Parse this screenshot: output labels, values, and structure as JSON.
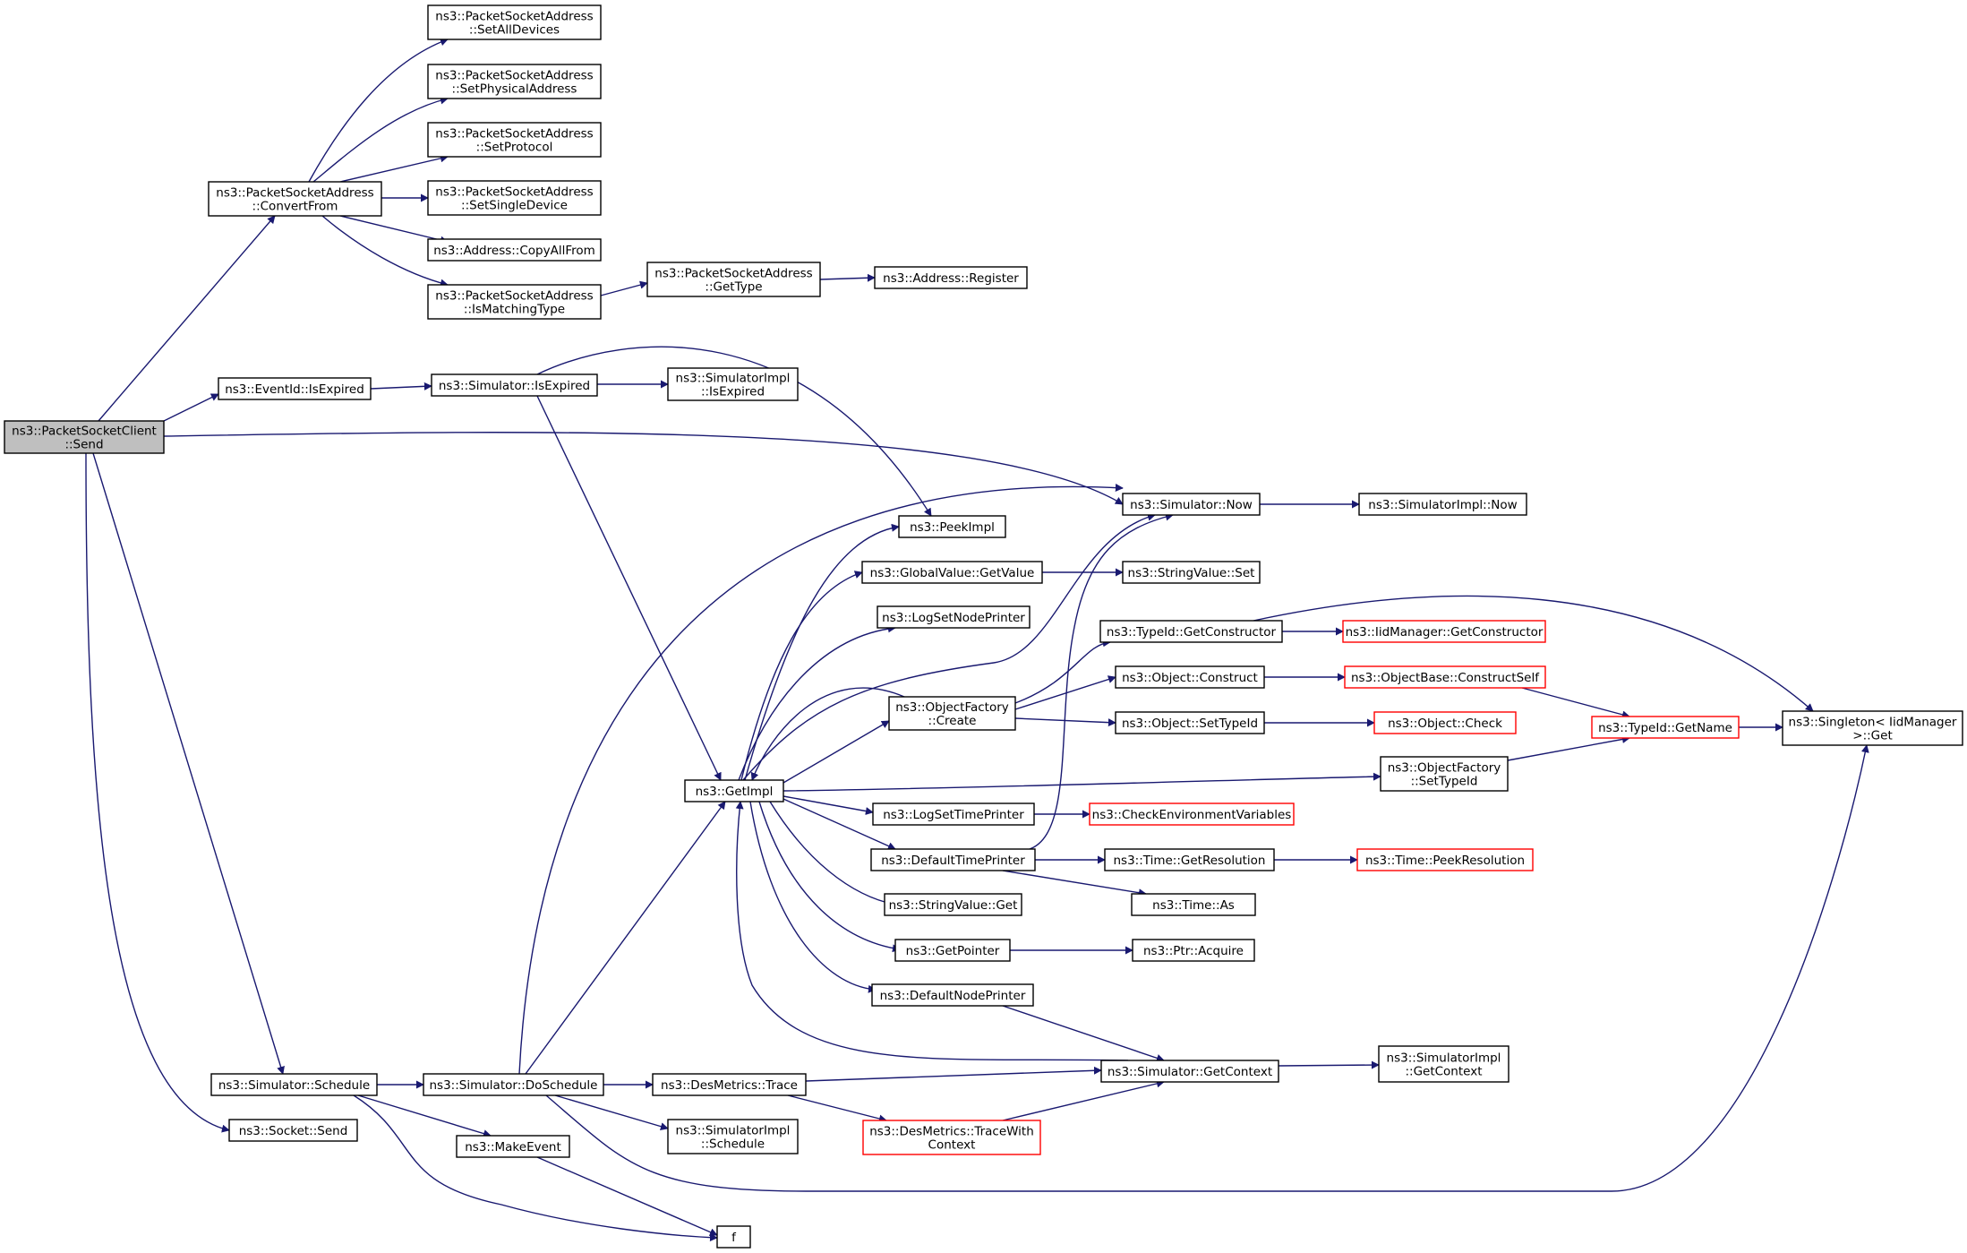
{
  "colors": {
    "edge": "#191970",
    "root_fill": "#bfbfbf",
    "truncated_border": "#ff0000",
    "node_border": "#000000"
  },
  "nodes": [
    {
      "id": "send",
      "lines": [
        "ns3::PacketSocketClient",
        "::Send"
      ],
      "root": true
    },
    {
      "id": "convert",
      "lines": [
        "ns3::PacketSocketAddress",
        "::ConvertFrom"
      ]
    },
    {
      "id": "setall",
      "lines": [
        "ns3::PacketSocketAddress",
        "::SetAllDevices"
      ]
    },
    {
      "id": "setphys",
      "lines": [
        "ns3::PacketSocketAddress",
        "::SetPhysicalAddress"
      ]
    },
    {
      "id": "setproto",
      "lines": [
        "ns3::PacketSocketAddress",
        "::SetProtocol"
      ]
    },
    {
      "id": "setsingle",
      "lines": [
        "ns3::PacketSocketAddress",
        "::SetSingleDevice"
      ]
    },
    {
      "id": "copyall",
      "lines": [
        "ns3::Address::CopyAllFrom"
      ]
    },
    {
      "id": "ismatch",
      "lines": [
        "ns3::PacketSocketAddress",
        "::IsMatchingType"
      ]
    },
    {
      "id": "gettype",
      "lines": [
        "ns3::PacketSocketAddress",
        "::GetType"
      ]
    },
    {
      "id": "register",
      "lines": [
        "ns3::Address::Register"
      ]
    },
    {
      "id": "eventexp",
      "lines": [
        "ns3::EventId::IsExpired"
      ]
    },
    {
      "id": "simexp",
      "lines": [
        "ns3::Simulator::IsExpired"
      ]
    },
    {
      "id": "simimplexp",
      "lines": [
        "ns3::SimulatorImpl",
        "::IsExpired"
      ]
    },
    {
      "id": "now",
      "lines": [
        "ns3::Simulator::Now"
      ]
    },
    {
      "id": "implnow",
      "lines": [
        "ns3::SimulatorImpl::Now"
      ]
    },
    {
      "id": "peekimpl",
      "lines": [
        "ns3::PeekImpl"
      ]
    },
    {
      "id": "getvalue",
      "lines": [
        "ns3::GlobalValue::GetValue"
      ]
    },
    {
      "id": "svset",
      "lines": [
        "ns3::StringValue::Set"
      ]
    },
    {
      "id": "lognode",
      "lines": [
        "ns3::LogSetNodePrinter"
      ]
    },
    {
      "id": "getctor",
      "lines": [
        "ns3::TypeId::GetConstructor"
      ]
    },
    {
      "id": "iidctor",
      "lines": [
        "ns3::IidManager::GetConstructor"
      ],
      "red": true
    },
    {
      "id": "ofcreate",
      "lines": [
        "ns3::ObjectFactory",
        "::Create"
      ]
    },
    {
      "id": "construct",
      "lines": [
        "ns3::Object::Construct"
      ]
    },
    {
      "id": "ctorself",
      "lines": [
        "ns3::ObjectBase::ConstructSelf"
      ],
      "red": true
    },
    {
      "id": "settypeid",
      "lines": [
        "ns3::Object::SetTypeId"
      ]
    },
    {
      "id": "check",
      "lines": [
        "ns3::Object::Check"
      ],
      "red": true
    },
    {
      "id": "getname",
      "lines": [
        "ns3::TypeId::GetName"
      ],
      "red": true
    },
    {
      "id": "singleton",
      "lines": [
        "ns3::Singleton< IidManager",
        ">::Get"
      ]
    },
    {
      "id": "getimpl",
      "lines": [
        "ns3::GetImpl"
      ]
    },
    {
      "id": "ofsettype",
      "lines": [
        "ns3::ObjectFactory",
        "::SetTypeId"
      ]
    },
    {
      "id": "logtime",
      "lines": [
        "ns3::LogSetTimePrinter"
      ]
    },
    {
      "id": "checkenv",
      "lines": [
        "ns3::CheckEnvironmentVariables"
      ],
      "red": true
    },
    {
      "id": "deftime",
      "lines": [
        "ns3::DefaultTimePrinter"
      ]
    },
    {
      "id": "getres",
      "lines": [
        "ns3::Time::GetResolution"
      ]
    },
    {
      "id": "peekres",
      "lines": [
        "ns3::Time::PeekResolution"
      ],
      "red": true
    },
    {
      "id": "svget",
      "lines": [
        "ns3::StringValue::Get"
      ]
    },
    {
      "id": "timeas",
      "lines": [
        "ns3::Time::As"
      ]
    },
    {
      "id": "getptr",
      "lines": [
        "ns3::GetPointer"
      ]
    },
    {
      "id": "acquire",
      "lines": [
        "ns3::Ptr::Acquire"
      ]
    },
    {
      "id": "defnode",
      "lines": [
        "ns3::DefaultNodePrinter"
      ]
    },
    {
      "id": "schedule",
      "lines": [
        "ns3::Simulator::Schedule"
      ]
    },
    {
      "id": "dosched",
      "lines": [
        "ns3::Simulator::DoSchedule"
      ]
    },
    {
      "id": "trace",
      "lines": [
        "ns3::DesMetrics::Trace"
      ]
    },
    {
      "id": "getctx",
      "lines": [
        "ns3::Simulator::GetContext"
      ]
    },
    {
      "id": "implctx",
      "lines": [
        "ns3::SimulatorImpl",
        "::GetContext"
      ]
    },
    {
      "id": "socksend",
      "lines": [
        "ns3::Socket::Send"
      ]
    },
    {
      "id": "implsched",
      "lines": [
        "ns3::SimulatorImpl",
        "::Schedule"
      ]
    },
    {
      "id": "tracectx",
      "lines": [
        "ns3::DesMetrics::TraceWith",
        "Context"
      ],
      "red": true
    },
    {
      "id": "makeevent",
      "lines": [
        "ns3::MakeEvent"
      ]
    },
    {
      "id": "f",
      "lines": [
        "f"
      ]
    }
  ]
}
